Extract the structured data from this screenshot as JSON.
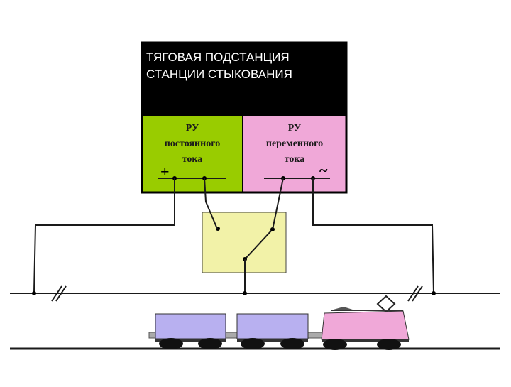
{
  "substation": {
    "title_line1": "ТЯГОВАЯ ПОДСТАНЦИЯ",
    "title_line2": "СТАНЦИИ СТЫКОВАНИЯ"
  },
  "dc_panel": {
    "line1": "РУ",
    "line2": "постоянного",
    "line3": "тока",
    "polarity_symbol": "+"
  },
  "ac_panel": {
    "line1": "РУ",
    "line2": "переменного",
    "line3": "тока",
    "ac_symbol": "~"
  },
  "colors": {
    "substation_body": "#000000",
    "dc_panel": "#99cc00",
    "ac_panel": "#f0a8d8",
    "switch_box": "#f2f2a8",
    "wagon": "#b8b0f0",
    "locomotive": "#f0a8d8",
    "wheel": "#111111",
    "line": "#1a1a1a"
  },
  "train": {
    "wagon_count": 2,
    "locomotive_count": 1
  }
}
